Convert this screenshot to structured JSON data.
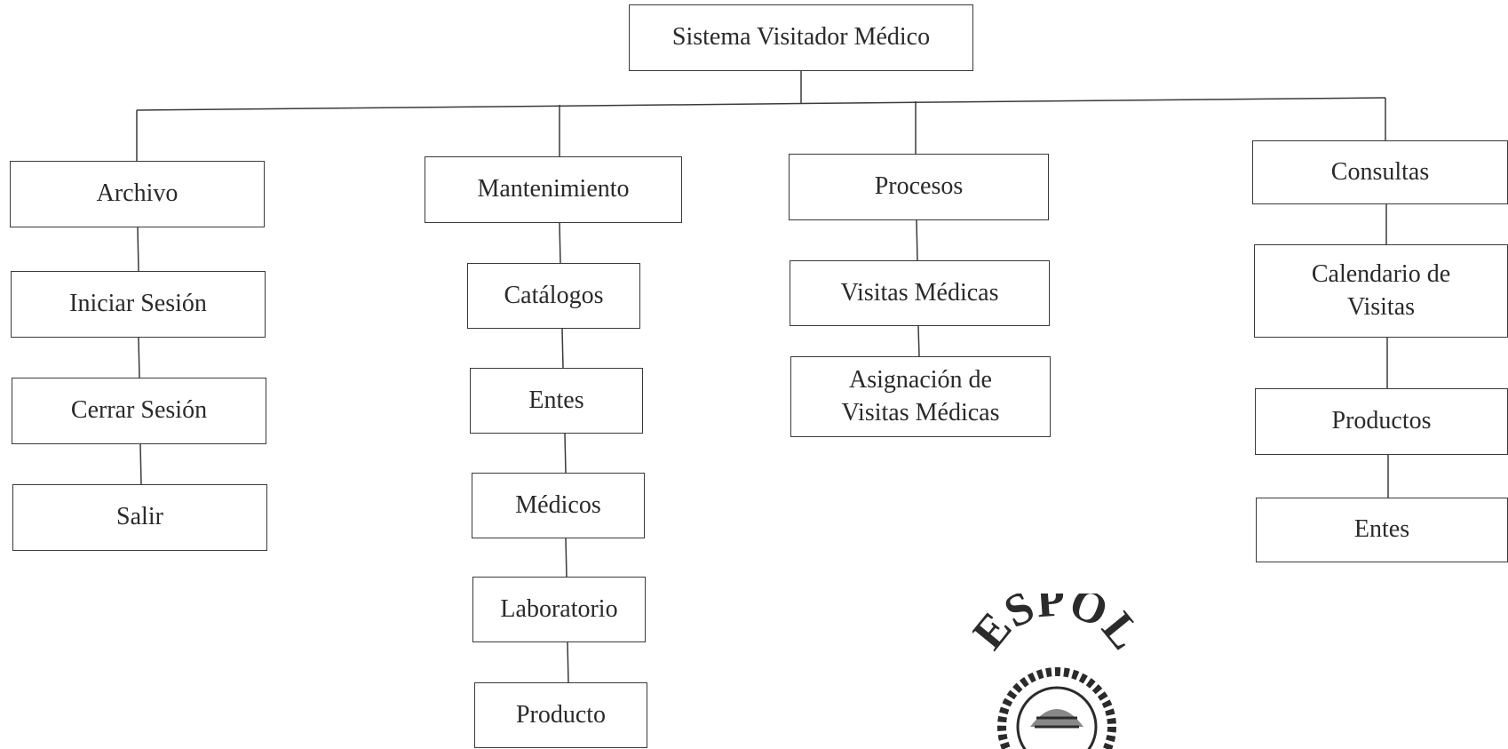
{
  "root": {
    "label": "Sistema Visitador Médico"
  },
  "branches": [
    {
      "id": "archivo",
      "label": "Archivo",
      "items": [
        "Iniciar Sesión",
        "Cerrar Sesión",
        "Salir"
      ]
    },
    {
      "id": "mantenimiento",
      "label": "Mantenimiento",
      "items": [
        "Catálogos",
        "Entes",
        "Médicos",
        "Laboratorio",
        "Producto"
      ]
    },
    {
      "id": "procesos",
      "label": "Procesos",
      "items": [
        "Visitas Médicas",
        "Asignación de Visitas Médicas"
      ]
    },
    {
      "id": "consultas",
      "label": "Consultas",
      "items": [
        "Calendario de Visitas",
        "Productos",
        "Entes"
      ]
    }
  ],
  "seal": {
    "text": "ESPOL"
  }
}
